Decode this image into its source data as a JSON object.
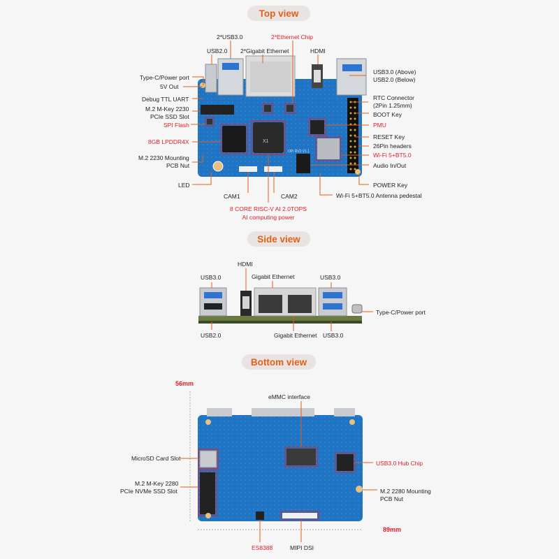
{
  "sections": {
    "top": "Top view",
    "side": "Side view",
    "bottom": "Bottom view"
  },
  "top_labels": {
    "usb30_2": "2*USB3.0",
    "eth_chip": "2*Ethernet Chip",
    "usb20": "USB2.0",
    "gigabit_2": "2*Gigabit Ethernet",
    "hdmi": "HDMI",
    "typec": "Type-C/Power port",
    "usb_stack_1": "USB3.0 (Above)",
    "usb_stack_2": "USB2.0 (Below)",
    "vout": "5V Out",
    "debug": "Debug TTL UART",
    "rtc_1": "RTC Connector",
    "rtc_2": "(2Pin 1.25mm)",
    "m2_1": "M.2 M-Key 2230",
    "m2_2": "PCIe SSD Slot",
    "boot": "BOOT Key",
    "spi": "SPI Flash",
    "pmu": "PMU",
    "ram": "8GB LPDDR4X",
    "reset": "RESET Key",
    "pin26": "26Pin headers",
    "mnt_1": "M.2 2230 Mounting",
    "mnt_2": "PCB Nut",
    "wifi": "Wi-Fi 5+BT5.0",
    "audio": "Audio In/Out",
    "led": "LED",
    "power": "POWER Key",
    "cam1": "CAM1",
    "cam2": "CAM2",
    "antenna": "Wi-Fi 5+BT5.0 Antenna pedestal",
    "cpu_1": "8 CORE  RISC-V AI 2.0TOPS",
    "cpu_2": "AI computing power"
  },
  "board_silk": {
    "chip": "X1",
    "model": "OPi RV2 V1.1"
  },
  "side_labels": {
    "hdmi": "HDMI",
    "usb30_left": "USB3.0",
    "gbe_top": "Gigabit Ethernet",
    "usb30_right_top": "USB3.0",
    "typec": "Type-C/Power port",
    "usb20": "USB2.0",
    "gbe_bottom": "Gigabit Ethernet",
    "usb30_right_bottom": "USB3.0"
  },
  "bottom_labels": {
    "width": "56mm",
    "emmc": "eMMC interface",
    "sd": "MicroSD Card Slot",
    "hub": "USB3.0 Hub Chip",
    "nvme_1": "M.2 M-Key 2280",
    "nvme_2": "PCIe NVMe SSD Slot",
    "mnt_1": "M.2 2280 Mounting",
    "mnt_2": "PCB Nut",
    "length": "89mm",
    "codec": "ES8388",
    "dsi": "MIPI DSI"
  },
  "colors": {
    "accent": "#e4601a",
    "highlight": "#e0202b",
    "pcb": "#1f74c4",
    "leader": "#e0601a"
  }
}
